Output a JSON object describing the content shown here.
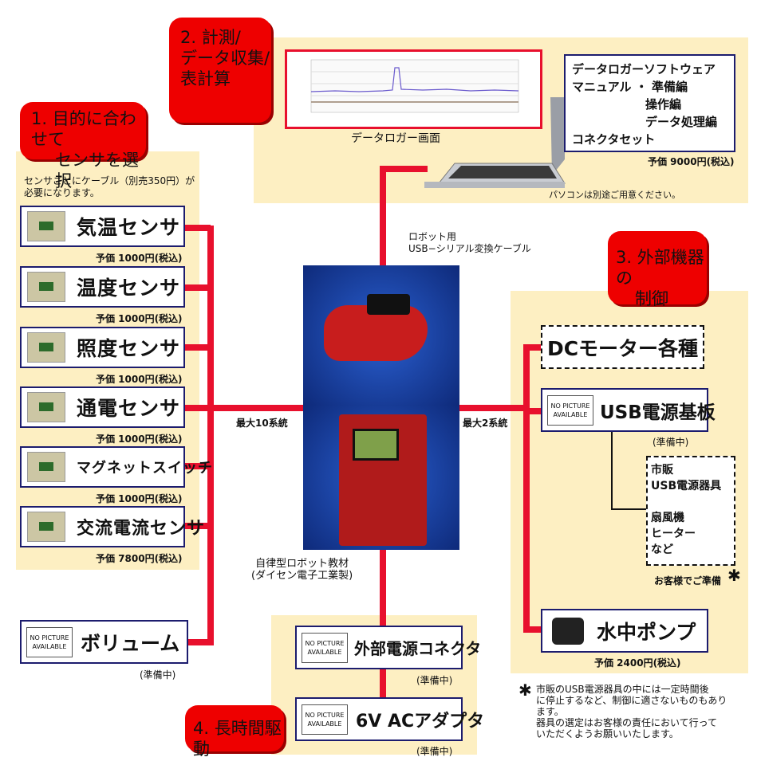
{
  "steps": {
    "s1": {
      "line1": "1. 目的に合わせて",
      "line2": "センサを選択"
    },
    "s2": {
      "line1": "2. 計測/",
      "line2": "データ収集/",
      "line3": "表計算"
    },
    "s3": {
      "line1": "3. 外部機器の",
      "line2": "制御"
    },
    "s4": {
      "line1": "4. 長時間駆動"
    }
  },
  "cable_note": "センサごとにケーブル（別売350円）が\n必要になります。",
  "sensors": [
    {
      "name": "気温センサ",
      "price": "予価 1000円(税込)"
    },
    {
      "name": "温度センサ",
      "price": "予価 1000円(税込)"
    },
    {
      "name": "照度センサ",
      "price": "予価 1000円(税込)"
    },
    {
      "name": "通電センサ",
      "price": "予価 1000円(税込)"
    },
    {
      "name": "マグネットスイッチ",
      "price": "予価 1000円(税込)"
    },
    {
      "name": "交流電流センサ",
      "price": "予価 7800円(税込)"
    }
  ],
  "nopic": "NO PICTURE\nAVAILABLE",
  "volume": {
    "name": "ボリューム",
    "status": "(準備中)"
  },
  "software": {
    "lines": [
      "データロガーソフトウェア",
      "マニュアル ・ 準備編",
      "操作編",
      "データ処理編",
      "コネクタセット"
    ],
    "price": "予価 9000円(税込)"
  },
  "screen_caption": "データロガー画面",
  "pc_note": "パソコンは別途ご用意ください。",
  "cable_label": "ロボット用\nUSB−シリアル変換ケーブル",
  "sys_left": "最大10系統",
  "sys_right": "最大2系統",
  "robot_caption": "自律型ロボット教材\n(ダイセン電子工業製)",
  "dc_motor": "DCモーター各種",
  "usb_board": {
    "name": "USB電源基板",
    "status": "(準備中)"
  },
  "commercial": "市販\nUSB電源器具\n\n扇風機\nヒーター\nなど",
  "customer": "お客様でご準備",
  "pump": {
    "name": "水中ポンプ",
    "price": "予価 2400円(税込)"
  },
  "ext_conn": {
    "name": "外部電源コネクタ",
    "status": "(準備中)"
  },
  "adapter": {
    "name": "6V ACアダプタ",
    "status": "(準備中)"
  },
  "footnote": "市販のUSB電源器具の中には一定時間後\nに停止するなど、制御に適さないものもあり\nます。\n器具の選定はお客様の責任において行って\nいただくようお願いいたします。"
}
